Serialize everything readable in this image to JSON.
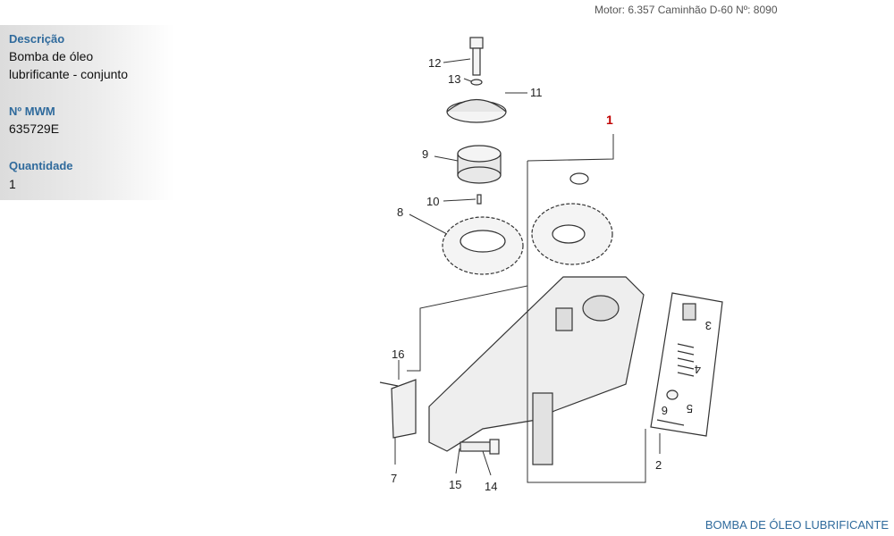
{
  "info": {
    "description_label": "Descrição",
    "description_line1": "Bomba de óleo",
    "description_line2": "lubrificante  - conjunto",
    "mwm_label": "Nº MWM",
    "mwm_value": "635729E",
    "quantity_label": "Quantidade",
    "quantity_value": "1"
  },
  "header": {
    "motor": "Motor: 6.357 Caminhão D-60   Nº: 8090"
  },
  "diagram": {
    "callouts": {
      "c1": "1",
      "c2": "2",
      "c3": "3",
      "c4": "4",
      "c5": "5",
      "c6": "6",
      "c7": "7",
      "c8": "8",
      "c9": "9",
      "c10": "10",
      "c11": "11",
      "c12": "12",
      "c13": "13",
      "c14": "14",
      "c15": "15",
      "c16": "16"
    },
    "highlight_color": "#c00000"
  },
  "caption": "BOMBA DE ÓLEO LUBRIFICANTE"
}
